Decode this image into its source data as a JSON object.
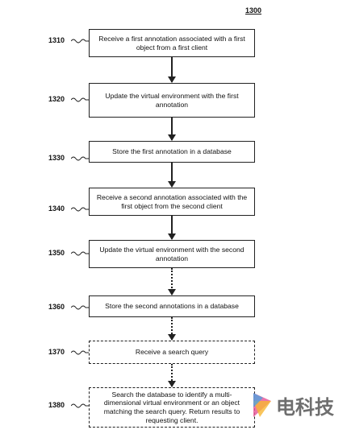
{
  "figure_number": "1300",
  "steps": [
    {
      "label": "1310",
      "text": "Receive a first annotation associated with a first object from a first client"
    },
    {
      "label": "1320",
      "text": "Update the virtual environment with the first annotation"
    },
    {
      "label": "1330",
      "text": "Store the first annotation in a database"
    },
    {
      "label": "1340",
      "text": "Receive a second annotation associated with the first object from the second client"
    },
    {
      "label": "1350",
      "text": "Update the virtual environment with the second annotation"
    },
    {
      "label": "1360",
      "text": "Store the second annotations in a database"
    },
    {
      "label": "1370",
      "text": "Receive a search query"
    },
    {
      "label": "1380",
      "text": "Search the database to identify a multi-dimensional virtual environment or an object matching the search query. Return results to requesting client."
    }
  ],
  "watermark": {
    "text": "电科技"
  }
}
